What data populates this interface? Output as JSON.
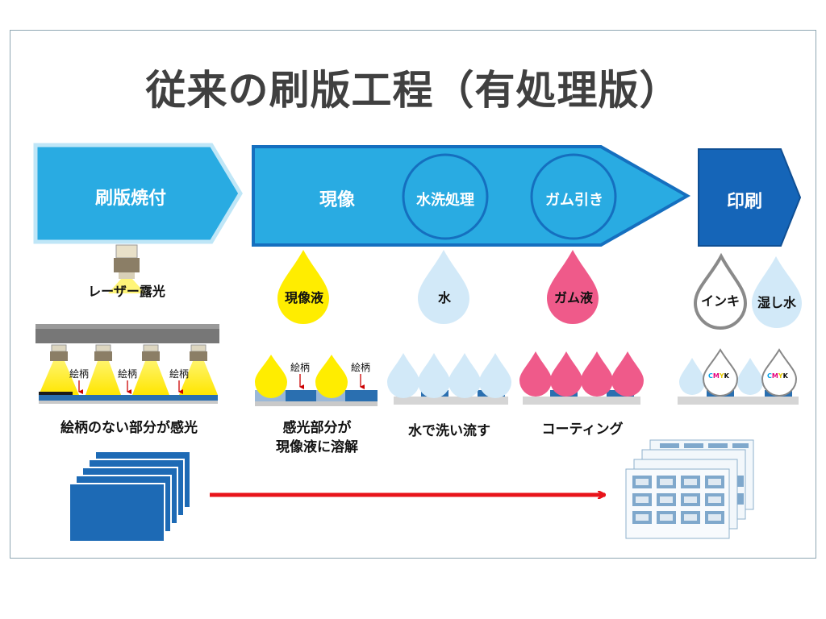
{
  "title": "従来の刷版工程（有処理版）",
  "stages": {
    "exposure": "刷版焼付",
    "develop": "現像",
    "rinse": "水洗処理",
    "gum": "ガム引き",
    "print": "印刷"
  },
  "labels": {
    "laser": "レーザー露光",
    "developer_liquid": "現像液",
    "water": "水",
    "gum_liquid": "ガム液",
    "ink": "インキ",
    "dampening": "湿し水",
    "image_area": "絵柄",
    "cmyk": [
      "C",
      "M",
      "Y",
      "K"
    ]
  },
  "captions": {
    "exposure": "絵柄のない部分が感光",
    "develop_line1": "感光部分が",
    "develop_line2": "現像液に溶解",
    "rinse": "水で洗い流す",
    "gum": "コーティング"
  },
  "colors": {
    "arrow_light": "#29abe2",
    "arrow_dark": "#0f5fa8",
    "yellow": "#ffed00",
    "water": "#cfe8f7",
    "magenta": "#ef5a8a",
    "plate": "#2a6fb0",
    "red_arrow": "#e8141b"
  }
}
